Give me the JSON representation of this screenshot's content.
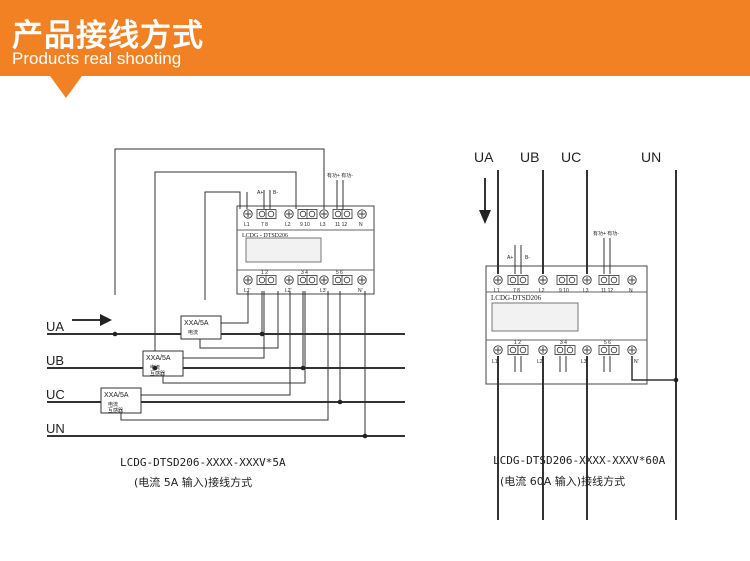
{
  "header": {
    "title": "产品接线方式",
    "subtitle": "Products real shooting",
    "color": "#f28124"
  },
  "left_diagram": {
    "lines": [
      "UA",
      "UB",
      "UC",
      "UN"
    ],
    "meter_label": "LCDG - DTSD206",
    "ct_labels": [
      "XXA/5A",
      "XXA/5A",
      "XXA/5A"
    ],
    "ct_sub": [
      "电流",
      "互感器"
    ],
    "top_terminals": [
      "L1",
      "7 8",
      "L2",
      "9 10",
      "L3",
      "11 12",
      "N"
    ],
    "bottom_terminals": [
      "L1'",
      "1 2",
      "L2'",
      "3 4",
      "L3'",
      "5 6",
      "N'"
    ],
    "pulse_labels": [
      "A+",
      "B-"
    ],
    "comm_label": "有功+ 有功-",
    "caption_model": "LCDG-DTSD206-XXXX-XXXV*5A",
    "caption_desc": "(电流 5A 输入)接线方式"
  },
  "right_diagram": {
    "lines": [
      "UA",
      "UB",
      "UC",
      "UN"
    ],
    "meter_label": "LCDG-DTSD206",
    "top_terminals": [
      "L1",
      "7 8",
      "L2",
      "9 10",
      "L3",
      "11 12",
      "N"
    ],
    "bottom_terminals": [
      "L1'",
      "1 2",
      "L2'",
      "3 4",
      "L3'",
      "5 6",
      "N'"
    ],
    "pulse_labels": [
      "A+",
      "B-"
    ],
    "comm_label": "有功+ 有功-",
    "caption_model": "LCDG-DTSD206-XXXX-XXXV*60A",
    "caption_desc": "(电流 60A 输入)接线方式"
  }
}
